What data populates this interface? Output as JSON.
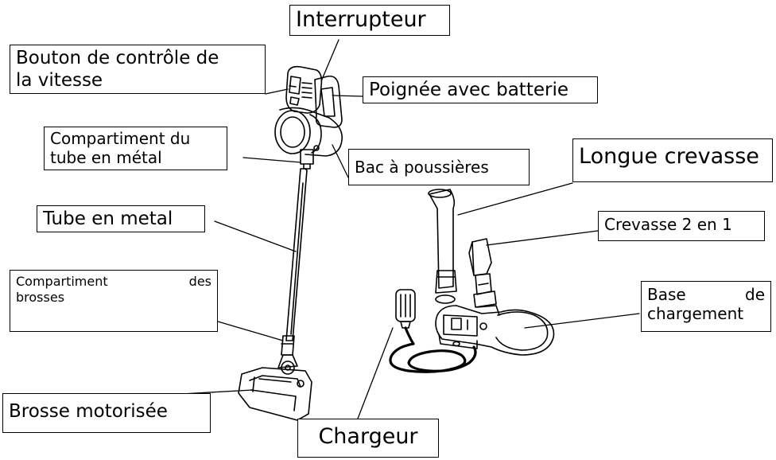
{
  "labels": {
    "interrupteur": "Interrupteur",
    "speed_line1": "Bouton de contrôle de",
    "speed_line2": "la vitesse",
    "poignee": "Poignée avec batterie",
    "compartiment_tube_line1": "Compartiment du",
    "compartiment_tube_line2": "tube en métal",
    "bac": "Bac à poussières",
    "longue_crevasse": "Longue crevasse",
    "crevasse_2en1": "Crevasse 2 en 1",
    "tube_metal": "Tube en metal",
    "compartiment_brosses_line1": "Compartiment   des",
    "compartiment_brosses_line2": "brosses",
    "base_line1": "Base   de",
    "base_line2": "chargement",
    "brosse_motorisee": "Brosse motorisée",
    "chargeur": "Chargeur"
  }
}
